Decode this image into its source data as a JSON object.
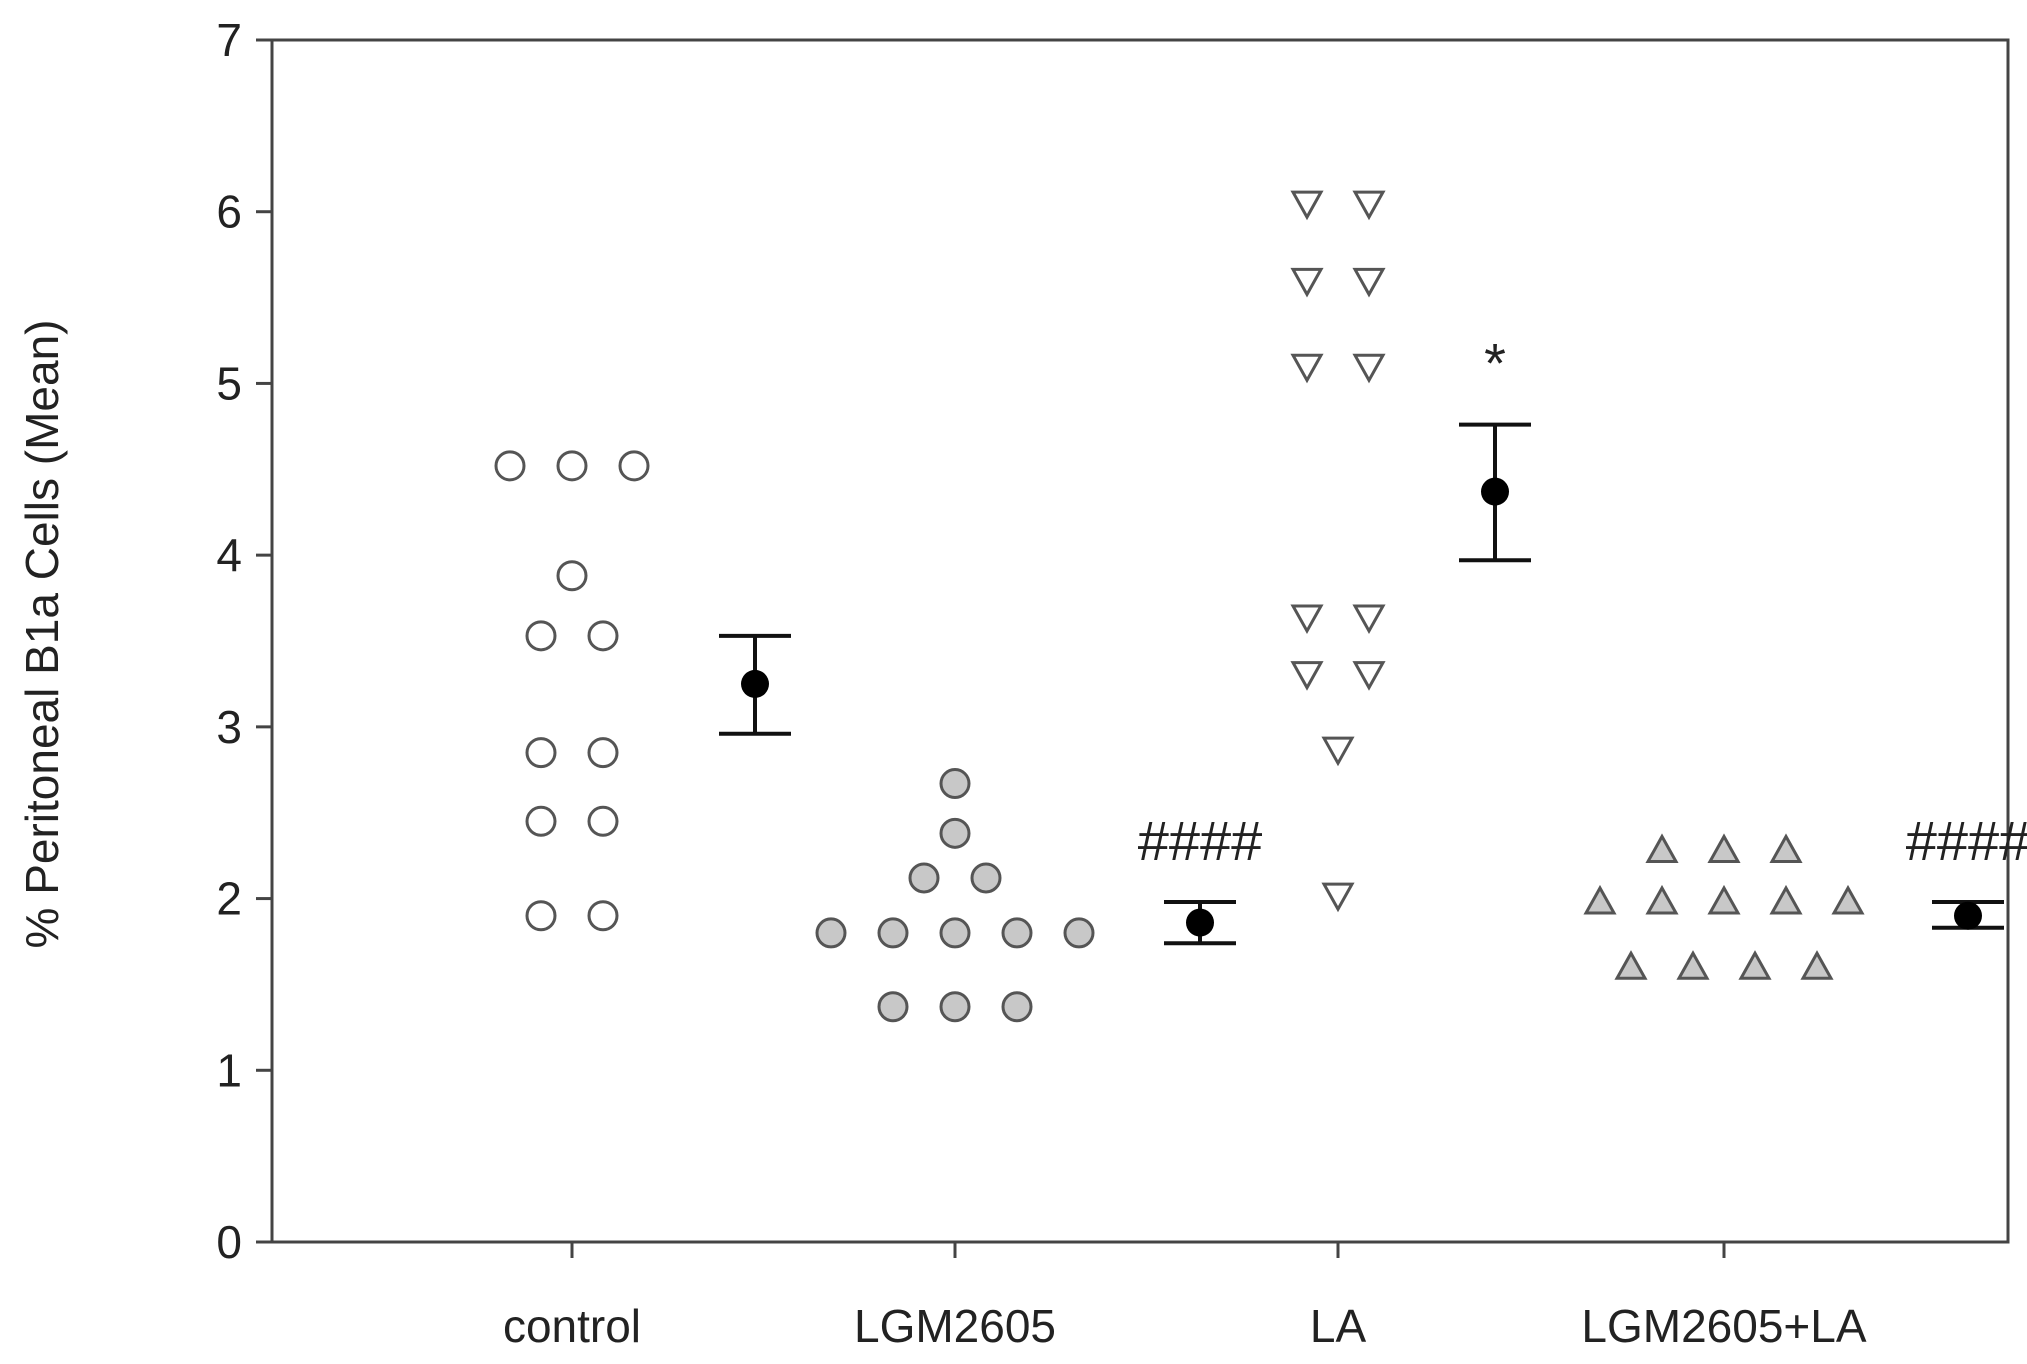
{
  "chart_data": {
    "type": "scatter",
    "title": "",
    "ylabel": "% Peritoneal B1a Cells (Mean)",
    "xlabel": "",
    "ylim": [
      0,
      7
    ],
    "yticks": [
      0,
      1,
      2,
      3,
      4,
      5,
      6,
      7
    ],
    "grid": false,
    "categories": [
      "control",
      "LGM2605",
      "LA",
      "LGM2605+LA"
    ],
    "groups": [
      {
        "category": "control",
        "marker": "open-circle",
        "fill": "#ffffff",
        "points": [
          {
            "y": 4.52,
            "slot": -1
          },
          {
            "y": 4.52,
            "slot": 0
          },
          {
            "y": 4.52,
            "slot": 1
          },
          {
            "y": 3.88,
            "slot": 0
          },
          {
            "y": 3.53,
            "slot": -0.5
          },
          {
            "y": 3.53,
            "slot": 0.5
          },
          {
            "y": 2.85,
            "slot": -0.5
          },
          {
            "y": 2.85,
            "slot": 0.5
          },
          {
            "y": 2.45,
            "slot": -0.5
          },
          {
            "y": 2.45,
            "slot": 0.5
          },
          {
            "y": 1.9,
            "slot": -0.5
          },
          {
            "y": 1.9,
            "slot": 0.5
          }
        ],
        "mean": 3.25,
        "err_low": 2.96,
        "err_high": 3.53,
        "annotation": ""
      },
      {
        "category": "LGM2605",
        "marker": "filled-circle",
        "fill": "#c8c8c8",
        "points": [
          {
            "y": 2.67,
            "slot": 0
          },
          {
            "y": 2.38,
            "slot": 0
          },
          {
            "y": 2.12,
            "slot": -0.5
          },
          {
            "y": 2.12,
            "slot": 0.5
          },
          {
            "y": 1.8,
            "slot": -2
          },
          {
            "y": 1.8,
            "slot": -1
          },
          {
            "y": 1.8,
            "slot": 0
          },
          {
            "y": 1.8,
            "slot": 1
          },
          {
            "y": 1.8,
            "slot": 2
          },
          {
            "y": 1.37,
            "slot": -1
          },
          {
            "y": 1.37,
            "slot": 0
          },
          {
            "y": 1.37,
            "slot": 1
          }
        ],
        "mean": 1.86,
        "err_low": 1.74,
        "err_high": 1.98,
        "annotation": "####"
      },
      {
        "category": "LA",
        "marker": "down-triangle",
        "fill": "#ffffff",
        "points": [
          {
            "y": 6.05,
            "slot": -0.5
          },
          {
            "y": 6.05,
            "slot": 0.5
          },
          {
            "y": 5.6,
            "slot": -0.5
          },
          {
            "y": 5.6,
            "slot": 0.5
          },
          {
            "y": 5.1,
            "slot": -0.5
          },
          {
            "y": 5.1,
            "slot": 0.5
          },
          {
            "y": 3.64,
            "slot": -0.5
          },
          {
            "y": 3.64,
            "slot": 0.5
          },
          {
            "y": 3.31,
            "slot": -0.5
          },
          {
            "y": 3.31,
            "slot": 0.5
          },
          {
            "y": 2.87,
            "slot": 0
          },
          {
            "y": 2.02,
            "slot": 0
          }
        ],
        "mean": 4.37,
        "err_low": 3.97,
        "err_high": 4.76,
        "annotation": "*"
      },
      {
        "category": "LGM2605+LA",
        "marker": "up-triangle",
        "fill": "#c8c8c8",
        "points": [
          {
            "y": 2.28,
            "slot": -1
          },
          {
            "y": 2.28,
            "slot": 0
          },
          {
            "y": 2.28,
            "slot": 1
          },
          {
            "y": 1.98,
            "slot": -2
          },
          {
            "y": 1.98,
            "slot": -1
          },
          {
            "y": 1.98,
            "slot": 0
          },
          {
            "y": 1.98,
            "slot": 1
          },
          {
            "y": 1.98,
            "slot": 2
          },
          {
            "y": 1.6,
            "slot": -1.5
          },
          {
            "y": 1.6,
            "slot": -0.5
          },
          {
            "y": 1.6,
            "slot": 0.5
          },
          {
            "y": 1.6,
            "slot": 1.5
          }
        ],
        "mean": 1.9,
        "err_low": 1.83,
        "err_high": 1.98,
        "annotation": "####"
      }
    ]
  }
}
